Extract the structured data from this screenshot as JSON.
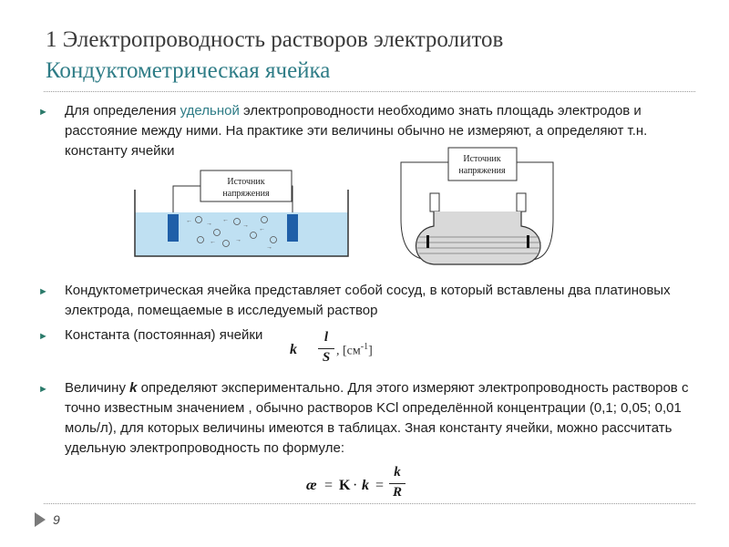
{
  "header": {
    "title_line1": "1 Электропроводность растворов электролитов",
    "title_line2": "Кондуктометрическая ячейка"
  },
  "bullets": {
    "b1_part1": "Для определения ",
    "b1_highlight": "удельной",
    "b1_part2": " электропроводности необходимо знать площадь электродов и расстояние между ними. На практике эти величины обычно не измеряют, а определяют т.н. константу ячейки",
    "b2": "Кондуктометрическая ячейка представляет собой сосуд, в который вставлены два платиновых электрода, помещаемые в исследуемый раствор",
    "b3": "Константа (постоянная) ячейки",
    "b4_part1": "Величину ",
    "b4_k": "k",
    "b4_part2": " определяют экспериментально. Для этого измеряют электропроводность растворов с точно известным значением , обычно растворов KCl определённой концентрации (0,1; 0,05; 0,01 моль/л), для которых величины имеются в таблицах. Зная константу ячейки, можно рассчитать удельную электропроводность по формуле:"
  },
  "diagram_left": {
    "label_line1": "Источник",
    "label_line2": "напряжения"
  },
  "diagram_right": {
    "label_line1": "Источник",
    "label_line2": "напряжения"
  },
  "formula1": {
    "k": "k",
    "numerator": "l",
    "denominator": "S",
    "unit": ", [см",
    "unit_exp": "-1",
    "unit_close": "]"
  },
  "formula2": {
    "lhs": "æ",
    "eq": "=",
    "K": "K",
    "dot": "·",
    "k": "k",
    "eq2": "=",
    "numerator": "k",
    "denominator": "R"
  },
  "footer": {
    "page_number": "9"
  },
  "colors": {
    "accent": "#2e7c86",
    "bullet": "#2a7a6a",
    "solution": "#bfe0f2",
    "electrode": "#1f5fa8"
  }
}
